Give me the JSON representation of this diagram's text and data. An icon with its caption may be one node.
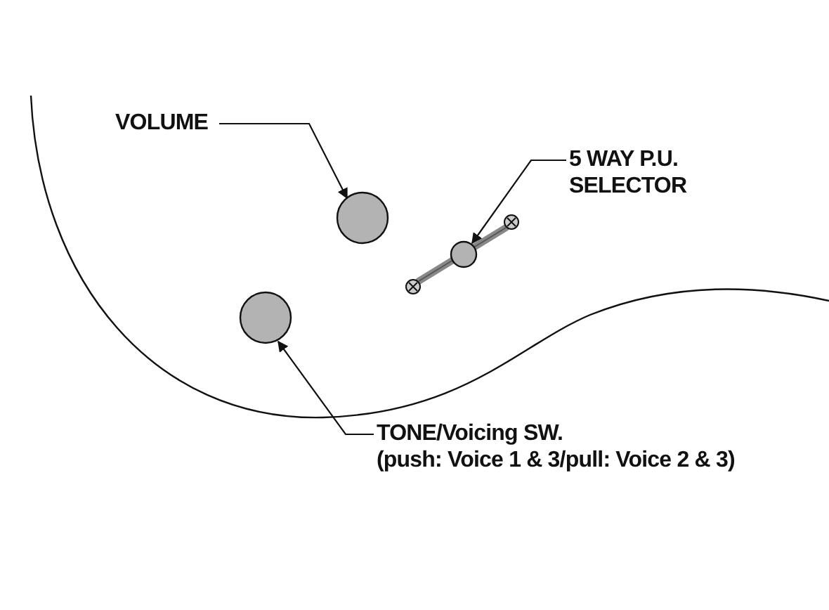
{
  "diagram": {
    "nodes": [
      {
        "text": [
          "VOLUME"
        ]
      },
      {
        "text": [],
        "shape": "circle"
      },
      {
        "text": [
          "5 WAY P.U. SELECTOR"
        ]
      },
      {
        "text": [],
        "shape": "bar"
      },
      {
        "text": [],
        "shape": "circle"
      },
      {
        "text": [
          "TONE/Voicing SW.",
          "(push: Voice 1 & 3/pull: Voice 2 & 3)"
        ]
      }
    ],
    "edges": [
      {
        "from": 0,
        "to": 1,
        "arrow": "to"
      },
      {
        "from": 2,
        "to": 3,
        "arrow": "to"
      },
      {
        "from": 5,
        "to": 4,
        "arrow": "to"
      }
    ]
  }
}
